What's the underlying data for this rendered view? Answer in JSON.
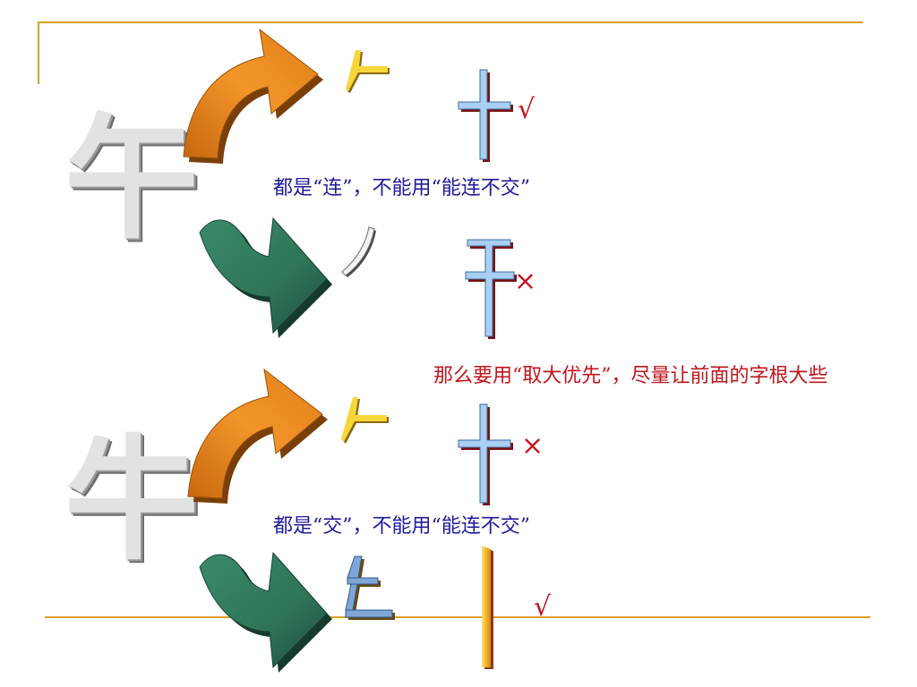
{
  "slide": {
    "characters": {
      "top": "午",
      "bottom": "牛"
    },
    "notes": {
      "note_1": "都是“连”，不能用“能连不交”",
      "note_2": "那么要用“取大优先”，尽量让前面的字根大些",
      "note_3": "都是“交”，不能用“能连不交”"
    },
    "marks": {
      "mark_1": "√",
      "mark_2": "×",
      "mark_3": "×",
      "mark_4": "√"
    },
    "strokes": {
      "wu_top_a": "𠂉",
      "wu_top_b": "十",
      "wu_bottom_a": "丿",
      "wu_bottom_b": "干",
      "niu_top_a": "𠂉",
      "niu_top_b": "十",
      "niu_bottom_a": "二",
      "niu_bottom_b": "丨"
    }
  }
}
